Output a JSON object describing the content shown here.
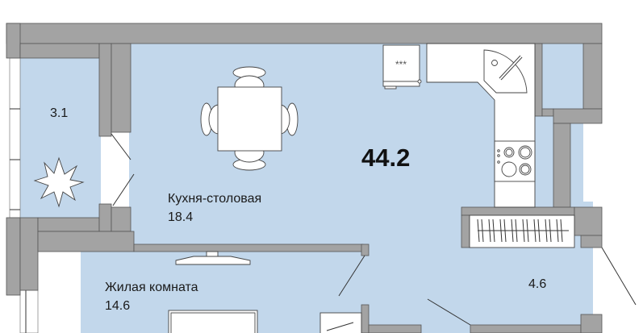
{
  "plan": {
    "total_area": "44.2",
    "rooms": [
      {
        "name": "",
        "area": "3.1"
      },
      {
        "name": "Кухня-столовая",
        "area": "18.4"
      },
      {
        "name": "Жилая комната",
        "area": "14.6"
      },
      {
        "name": "",
        "area": "4.6"
      }
    ],
    "fridge_marking": "***"
  },
  "colors": {
    "floor": "#c2d7eb",
    "wall": "#a3a3a3"
  }
}
